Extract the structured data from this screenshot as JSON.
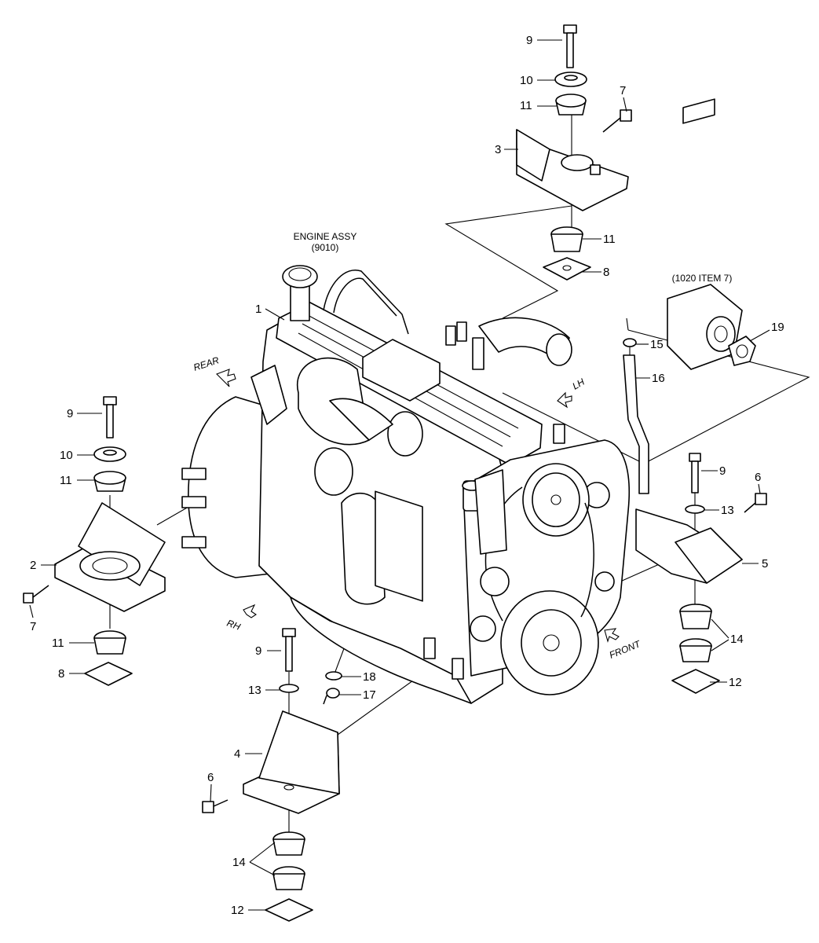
{
  "headings": {
    "engine_assy": "ENGINE ASSY",
    "engine_code": "(9010)",
    "pump_ref": "(1020 ITEM 7)"
  },
  "directions": {
    "rear": "REAR",
    "lh": "LH",
    "rh": "RH",
    "front": "FRONT"
  },
  "callouts": {
    "item1": "1",
    "item2": "2",
    "item3": "3",
    "item4": "4",
    "item5": "5",
    "item6a": "6",
    "item6b": "6",
    "item7a": "7",
    "item7b": "7",
    "item8a": "8",
    "item8b": "8",
    "item9a": "9",
    "item9b": "9",
    "item9c": "9",
    "item9d": "9",
    "item10a": "10",
    "item10b": "10",
    "item11a": "11",
    "item11b": "11",
    "item11c": "11",
    "item11d": "11",
    "item12a": "12",
    "item12b": "12",
    "item13a": "13",
    "item13b": "13",
    "item14a": "14",
    "item14b": "14",
    "item15": "15",
    "item16": "16",
    "item17": "17",
    "item18": "18",
    "item19": "19"
  }
}
